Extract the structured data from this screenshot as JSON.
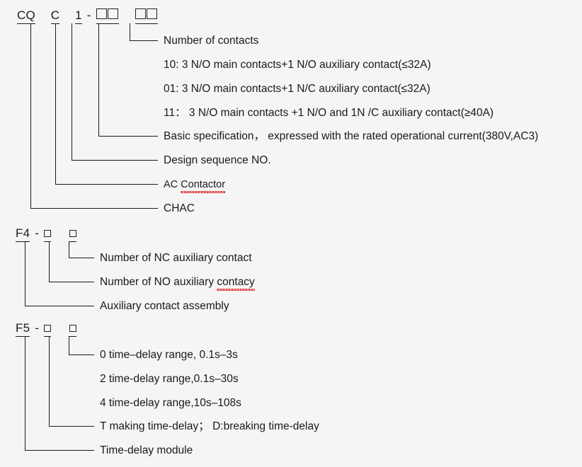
{
  "page": {
    "background_color": "#f5f5f5",
    "line_color": "#1a1a1a",
    "spellcheck_color": "#e02020",
    "title": "Model designation / type code breakdown"
  },
  "sections": [
    {
      "id": "contactor",
      "code": {
        "parts": [
          {
            "text": "CQ",
            "underlined": true
          },
          {
            "text": "C",
            "underlined": true
          },
          {
            "text": "1",
            "underlined": true
          },
          {
            "text": "-",
            "underlined": false
          },
          {
            "text": "□□",
            "underlined": true
          },
          {
            "text": "□□",
            "underlined": true
          }
        ],
        "full": "CQ C 1 - □□ □□"
      },
      "callouts": [
        {
          "label": "Number of contacts"
        },
        {
          "label": "10: 3 N/O main contacts+1 N/O auxiliary contact(≤32A)"
        },
        {
          "label": "01: 3 N/O main contacts+1 N/C auxiliary contact(≤32A)"
        },
        {
          "label": "11： 3 N/O main contacts +1 N/O and 1N /C auxiliary contact(≥40A)"
        },
        {
          "label": "Basic specification，  expressed with the rated operational current(380V,AC3)"
        },
        {
          "label": "Design sequence NO."
        },
        {
          "label_before": "AC ",
          "label_misspelled": "Contactor",
          "label": "AC Contactor"
        },
        {
          "label": "CHAC"
        }
      ]
    },
    {
      "id": "auxiliary-contact-assembly",
      "code": {
        "parts": [
          {
            "text": "F4",
            "underlined": true
          },
          {
            "text": "-",
            "underlined": false
          },
          {
            "text": "□",
            "underlined": true
          },
          {
            "text": "□",
            "underlined": true
          }
        ],
        "full": "F4 - □ □"
      },
      "callouts": [
        {
          "label": "Number of NC auxiliary contact"
        },
        {
          "label_before": "Number of NO   auxiliary ",
          "label_misspelled": "contacy",
          "label": "Number of NO   auxiliary contacy"
        },
        {
          "label": "Auxiliary contact assembly"
        }
      ]
    },
    {
      "id": "time-delay-module",
      "code": {
        "parts": [
          {
            "text": "F5",
            "underlined": true
          },
          {
            "text": "-",
            "underlined": false
          },
          {
            "text": "□",
            "underlined": true
          },
          {
            "text": "□",
            "underlined": true
          }
        ],
        "full": "F5 - □ □"
      },
      "callouts": [
        {
          "label": "0 time–delay range, 0.1s–3s"
        },
        {
          "label": "2 time-delay range,0.1s–30s"
        },
        {
          "label": "4 time-delay range,10s–108s"
        },
        {
          "label": "T making time-delay； D:breaking time-delay"
        },
        {
          "label": "Time-delay module"
        }
      ]
    }
  ]
}
